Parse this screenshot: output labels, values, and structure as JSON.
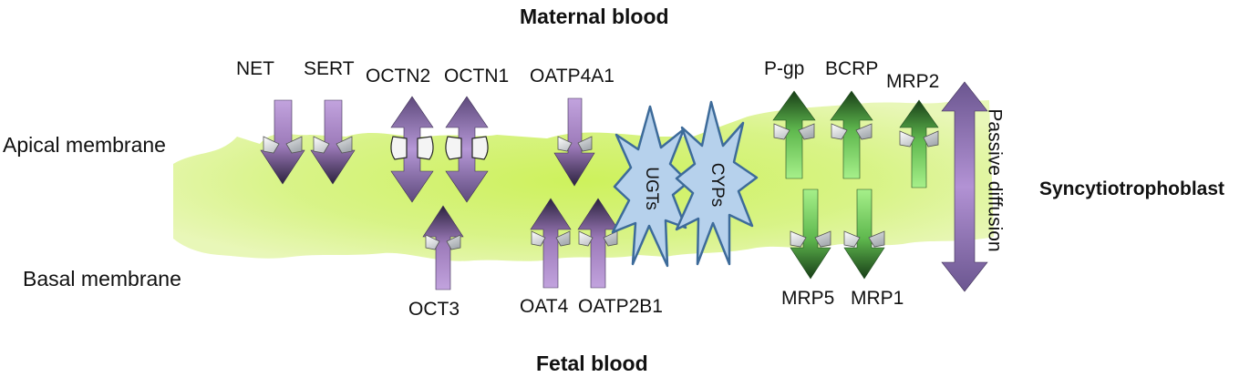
{
  "titles": {
    "top": "Maternal blood",
    "bottom": "Fetal  blood",
    "right": "Syncytiotrophoblast"
  },
  "membranes": {
    "apical": "Apical membrane",
    "basal": "Basal membrane"
  },
  "transporters": {
    "net": "NET",
    "sert": "SERT",
    "octn2": "OCTN2",
    "octn1": "OCTN1",
    "oatp4a1": "OATP4A1",
    "oct3": "OCT3",
    "oat4": "OAT4",
    "oatp2b1": "OATP2B1",
    "pgp": "P-gp",
    "bcrp": "BCRP",
    "mrp2": "MRP2",
    "mrp5": "MRP5",
    "mrp1": "MRP1"
  },
  "enzymes": {
    "ugts": "UGTs",
    "cyps": "CYPs"
  },
  "passive": "Passive  diffusion",
  "colors": {
    "purple_arrow": "#a682c4",
    "purple_dark": "#3a2c52",
    "green_arrow": "#7fd66a",
    "green_dark": "#1f4a1d",
    "cell_green": "#c6ee6a",
    "enzyme_fill": "#b6d1ec",
    "enzyme_stroke": "#3d6b9a"
  }
}
